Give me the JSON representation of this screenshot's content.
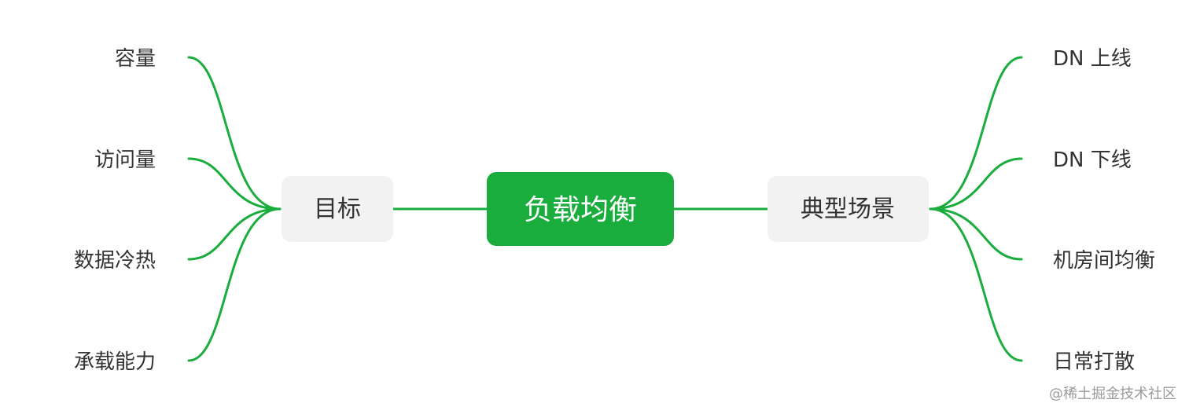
{
  "diagram": {
    "root": {
      "label": "负载均衡"
    },
    "left_branch": {
      "label": "目标",
      "children": [
        "容量",
        "访问量",
        "数据冷热",
        "承载能力"
      ]
    },
    "right_branch": {
      "label": "典型场景",
      "children": [
        "DN 上线",
        "DN 下线",
        "机房间均衡",
        "日常打散"
      ]
    },
    "watermark": "@稀土掘金技术社区",
    "colors": {
      "accent": "#1aad3d",
      "branch_fill": "#f2f2f2",
      "text": "#333333",
      "root_text": "#ffffff"
    }
  }
}
